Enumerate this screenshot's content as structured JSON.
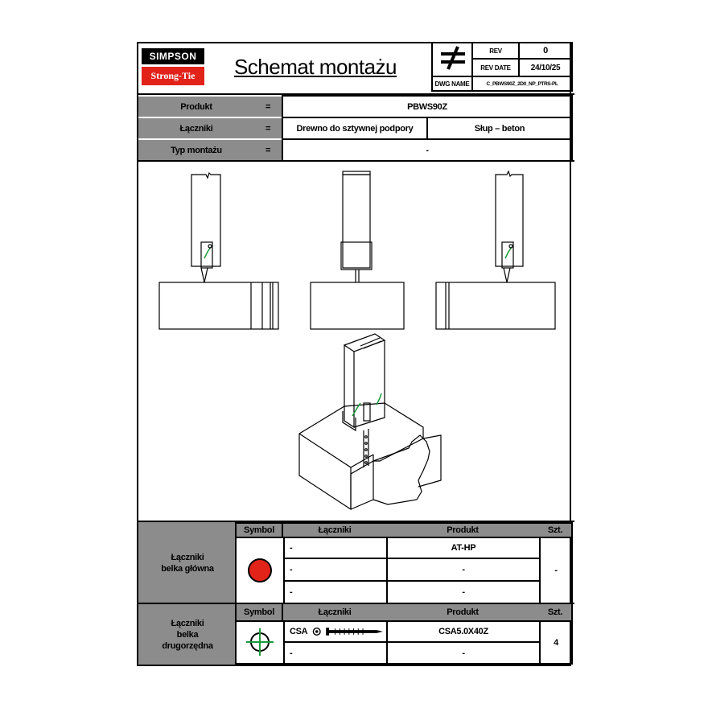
{
  "brand": {
    "line1": "SIMPSON",
    "line2": "Strong-Tie"
  },
  "header": {
    "title": "Schemat montażu",
    "rev_label": "REV",
    "rev_value": "0",
    "rev_date_label": "REV DATE",
    "rev_date_value": "24/10/25",
    "dwg_name_label": "DWG NAME",
    "dwg_name_value": "C_PBWS90Z_2D0_NP_PTRS-PL"
  },
  "specs": {
    "produkt_label": "Produkt",
    "produkt_eq": "=",
    "produkt_value": "PBWS90Z",
    "laczniki_label": "Łączniki",
    "laczniki_eq": "=",
    "laczniki_value1": "Drewno do sztywnej podpory",
    "laczniki_value2": "Słup – beton",
    "typ_label": "Typ montażu",
    "typ_eq": "=",
    "typ_value": "-"
  },
  "table1": {
    "section_label": "Łączniki\nbelka główna",
    "col_symbol": "Symbol",
    "col_laczniki": "Łączniki",
    "col_produkt": "Produkt",
    "col_szt": "Szt.",
    "rows": [
      {
        "laczniki": "-",
        "produkt": "AT-HP"
      },
      {
        "laczniki": "-",
        "produkt": "-"
      },
      {
        "laczniki": "-",
        "produkt": "-"
      }
    ],
    "szt": "-",
    "symbol_color": "#e2231a"
  },
  "table2": {
    "section_label": "Łączniki\nbelka\ndrugorzędna",
    "col_symbol": "Symbol",
    "col_laczniki": "Łączniki",
    "col_produkt": "Produkt",
    "col_szt": "Szt.",
    "rows": [
      {
        "laczniki": "CSA",
        "produkt": "CSA5.0X40Z"
      },
      {
        "laczniki": "-",
        "produkt": "-"
      }
    ],
    "szt": "4",
    "symbol_color": "#1a9a3a"
  }
}
